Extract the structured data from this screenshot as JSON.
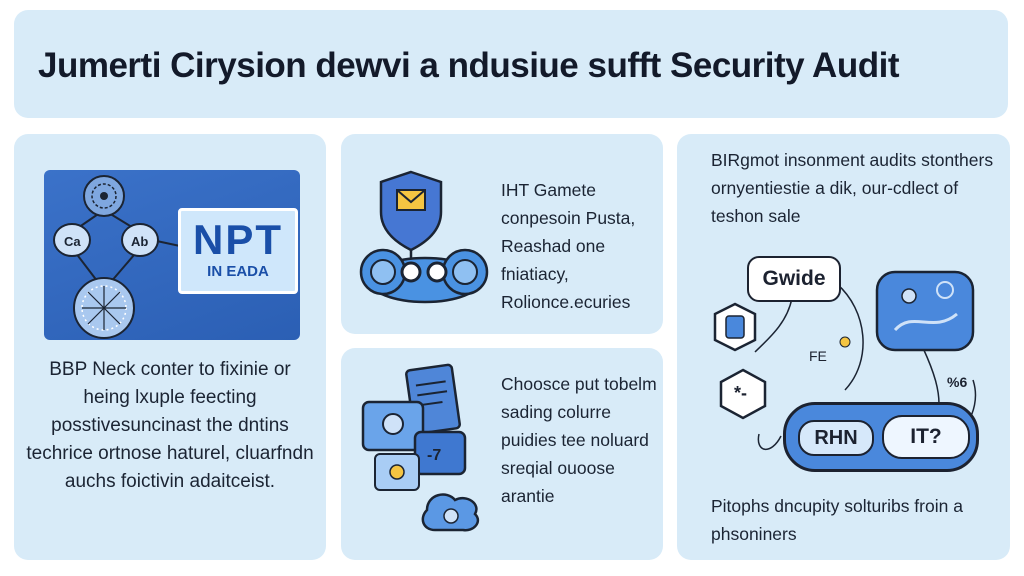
{
  "title": "Jumerti Cirysion dewvi a ndusiue sufft Security Audit",
  "left_card": {
    "badge_main": "NPT",
    "badge_sub": "IN EADA",
    "node_left": "Ca",
    "node_right": "Ab",
    "text": "BBP Neck conter to fixinie or heing lxuple feecting posstivesuncinast the dntins techrice ortnose haturel, cluarfndn auchs foictivin adaitceist."
  },
  "mid_top_card": {
    "text": "IHT Gamete conpesoin Pusta, Reashad one fniatiacy, Rolionce.ecuries"
  },
  "mid_bottom_card": {
    "text": "Choosce put tobelm sading colurre puidies tee noluard sreqial ouoose arantie"
  },
  "right_card": {
    "top_text": "BIRgmot insonment audits stonthers ornyentiestie a dik, our-cdlect of teshon sale",
    "bubble_label": "Gwide",
    "pill_left": "RHN",
    "pill_right": "IT?",
    "tag_a": "FE",
    "tag_b": "%6",
    "node_star": "*-",
    "bottom_text": "Pitophs dncupity solturibs froin a phsoniners"
  },
  "colors": {
    "panel_bg": "#d8ebf8",
    "accent_blue": "#4a88dc",
    "dark_blue": "#2b5fb4",
    "ink": "#1c2230"
  }
}
